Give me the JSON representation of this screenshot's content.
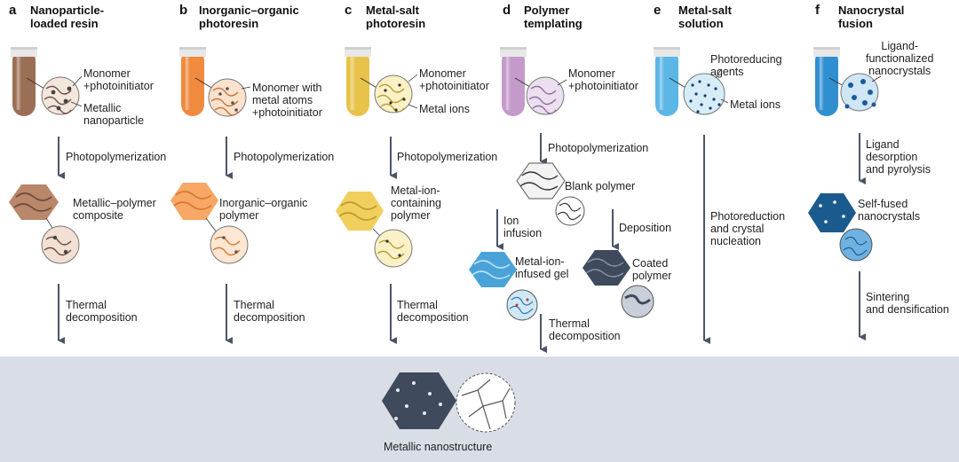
{
  "panels": {
    "a": {
      "letter": "a",
      "title_line1": "Nanoparticle-",
      "title_line2": "loaded resin",
      "label_monomer1": "Monomer",
      "label_monomer2": "+photoinitiator",
      "label_metallic1": "Metallic",
      "label_metallic2": "nanoparticle",
      "step1": "Photopolymerization",
      "product1": "Metallic–polymer",
      "product2": "composite",
      "step2_line1": "Thermal",
      "step2_line2": "decomposition"
    },
    "b": {
      "letter": "b",
      "title_line1": "Inorganic–organic",
      "title_line2": "photoresin",
      "label1": "Monomer with",
      "label2": "metal atoms",
      "label3": "+photoinitiator",
      "step1": "Photopolymerization",
      "product1": "Inorganic–organic",
      "product2": "polymer",
      "step2_line1": "Thermal",
      "step2_line2": "decomposition"
    },
    "c": {
      "letter": "c",
      "title_line1": "Metal-salt",
      "title_line2": "photoresin",
      "label_monomer1": "Monomer",
      "label_monomer2": "+photoinitiator",
      "label_ions": "Metal ions",
      "step1": "Photopolymerization",
      "product1": "Metal-ion-",
      "product2": "containing",
      "product3": "polymer",
      "step2_line1": "Thermal",
      "step2_line2": "decomposition"
    },
    "d": {
      "letter": "d",
      "title_line1": "Polymer",
      "title_line2": "templating",
      "label_monomer1": "Monomer",
      "label_monomer2": "+photoinitiator",
      "step1": "Photopolymerization",
      "blank": "Blank polymer",
      "ion1": "Ion",
      "ion2": "infusion",
      "deposition": "Deposition",
      "gel1": "Metal-ion-",
      "gel2": "infused gel",
      "coated1": "Coated",
      "coated2": "polymer",
      "step2_line1": "Thermal",
      "step2_line2": "decomposition"
    },
    "e": {
      "letter": "e",
      "title_line1": "Metal-salt",
      "title_line2": "solution",
      "label_photo1": "Photoreducing",
      "label_photo2": "agents",
      "label_ions": "Metal ions",
      "step1_line1": "Photoreduction",
      "step1_line2": "and crystal",
      "step1_line3": "nucleation"
    },
    "f": {
      "letter": "f",
      "title_line1": "Nanocrystal",
      "title_line2": "fusion",
      "label1": "Ligand-",
      "label2": "functionalized",
      "label3": "nanocrystals",
      "step1_line1": "Ligand",
      "step1_line2": "desorption",
      "step1_line3": "and pyrolysis",
      "product1": "Self-fused",
      "product2": "nanocrystals",
      "step2_line1": "Sintering",
      "step2_line2": "and densification"
    }
  },
  "result": {
    "label": "Metallic nanostructure"
  },
  "colors": {
    "tube_a": "#9b6f55",
    "tube_b": "#f08a3e",
    "tube_c": "#e8c34a",
    "tube_d": "#c49acb",
    "tube_e": "#5cb6e6",
    "tube_f": "#2f8fd0",
    "arrow": "#4a5568",
    "band": "#d9dee6"
  }
}
